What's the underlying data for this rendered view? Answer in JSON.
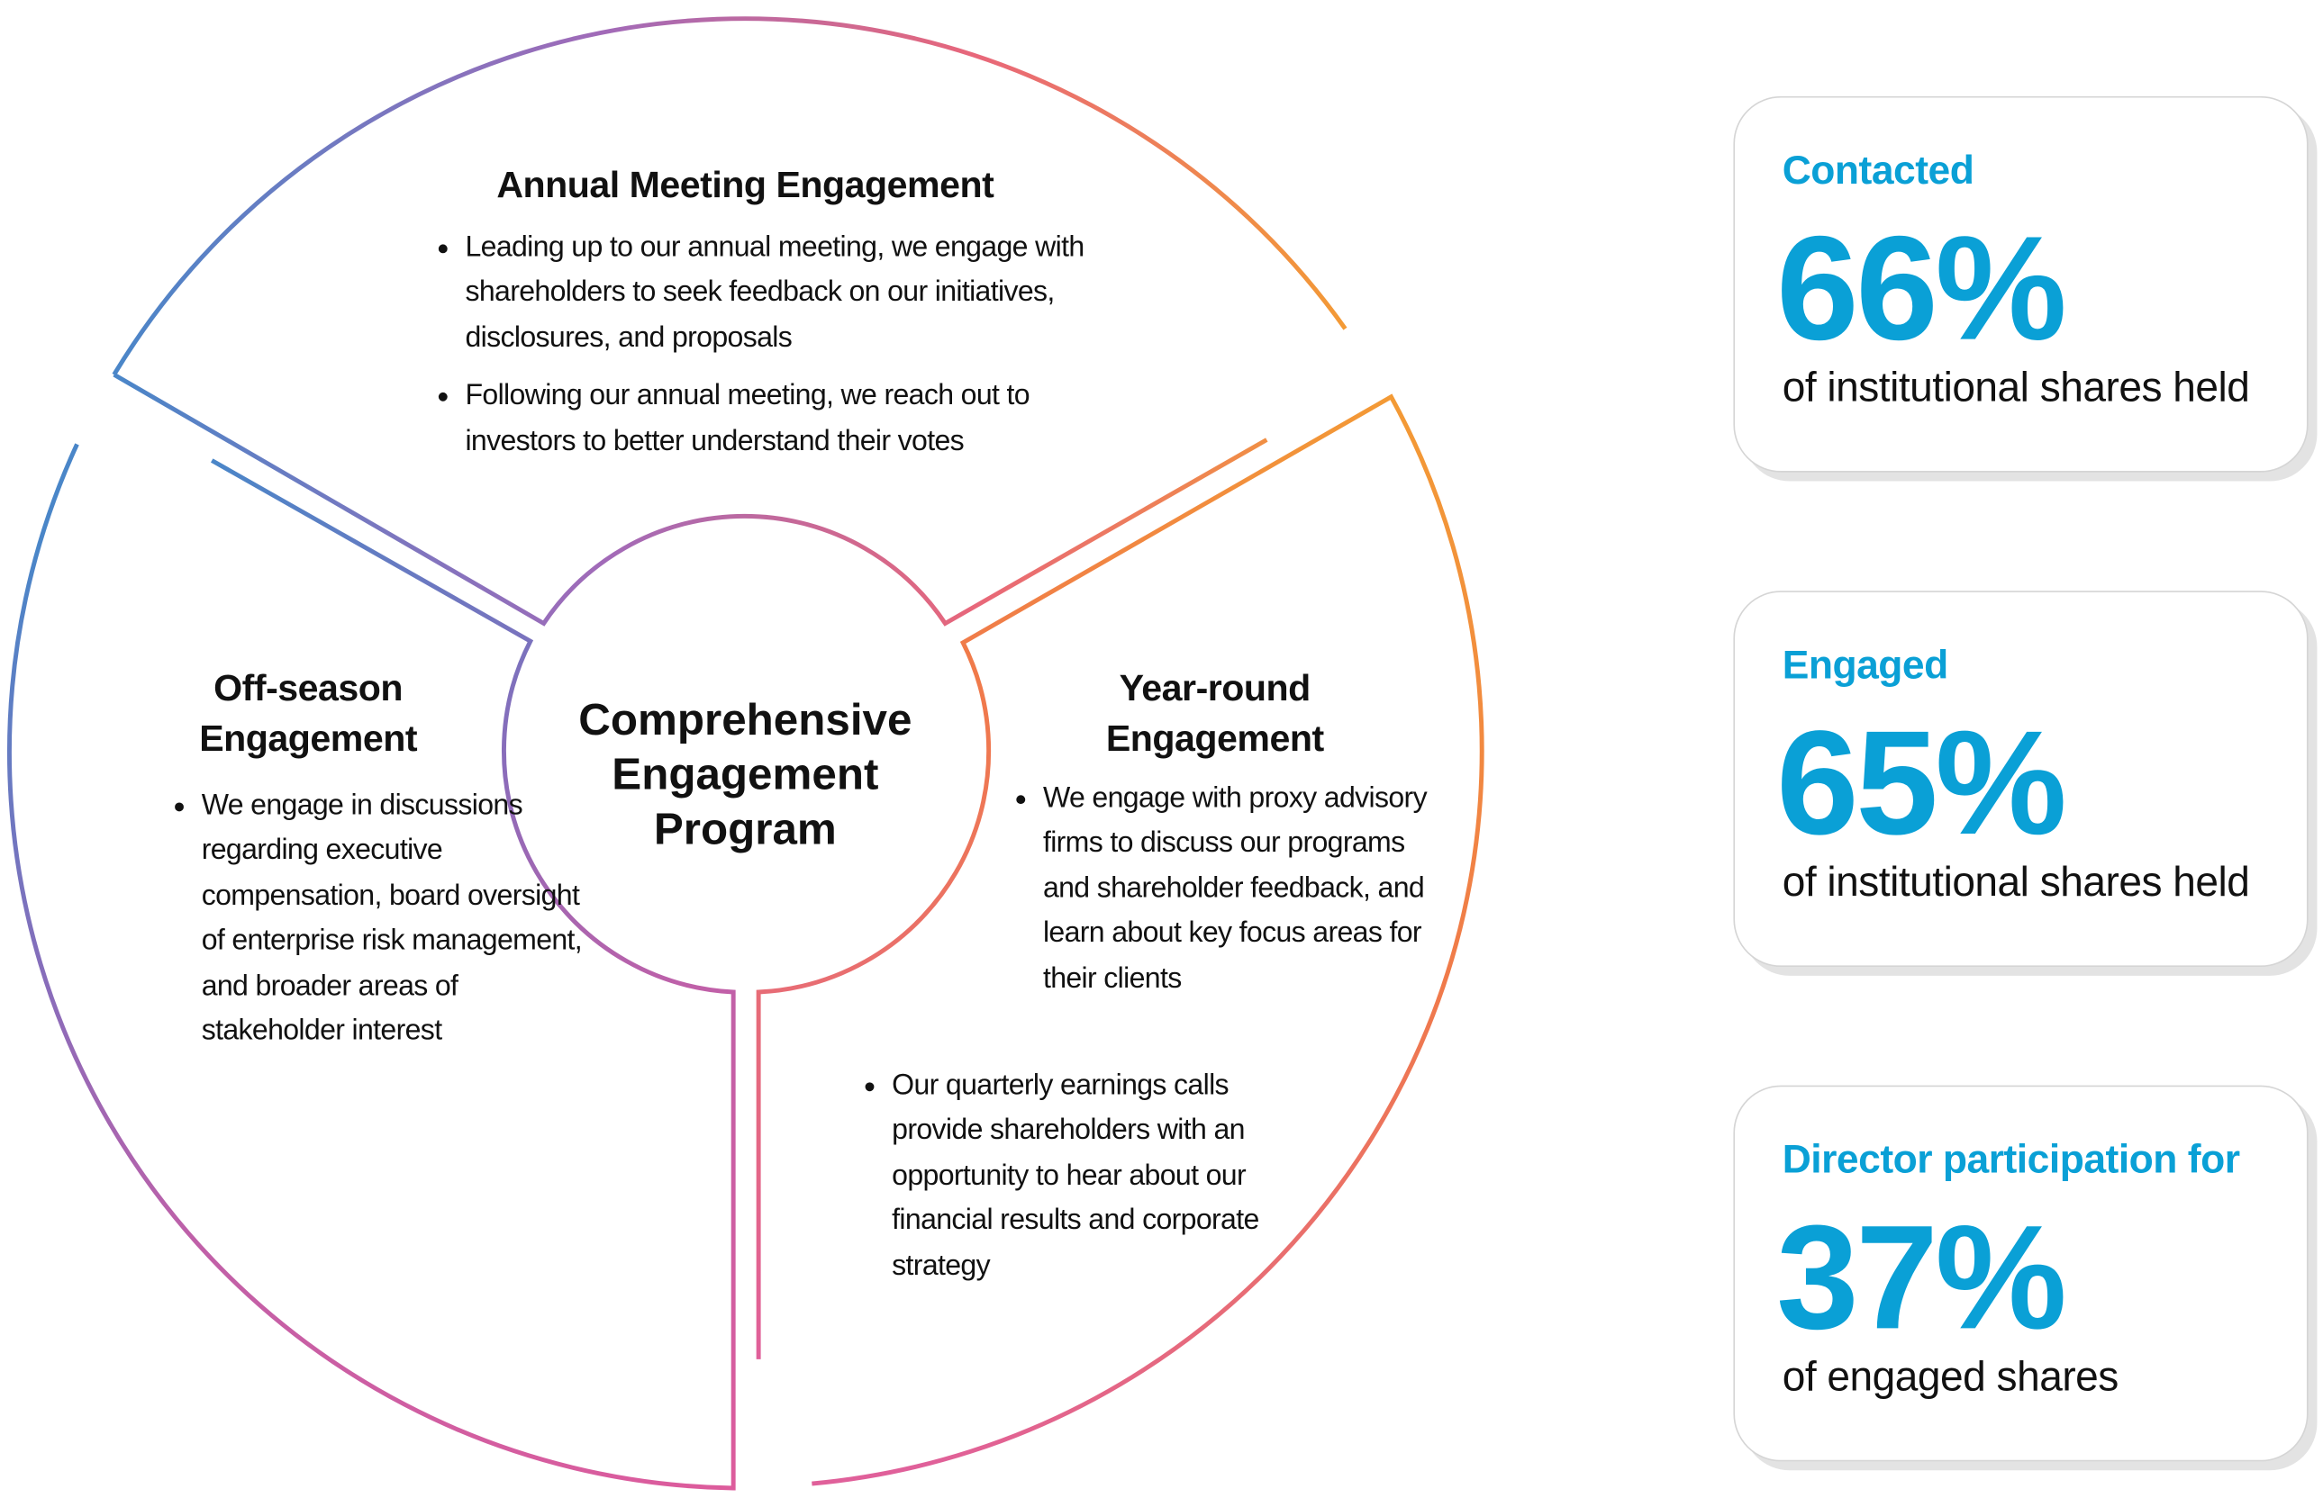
{
  "center_title": [
    "Comprehensive",
    "Engagement",
    "Program"
  ],
  "segments": {
    "annual": {
      "title": "Annual Meeting Engagement",
      "bullets": [
        "Leading up to our annual meeting, we engage with shareholders to seek feedback on our initiatives, disclosures, and proposals",
        "Following our annual meeting, we reach out to investors to better understand their votes"
      ]
    },
    "offseason": {
      "title": [
        "Off-season",
        "Engagement"
      ],
      "bullets": [
        "We engage in discussions regarding executive compensation, board oversight of enterprise risk management, and broader areas of stakeholder interest"
      ]
    },
    "yearround": {
      "title": [
        "Year-round",
        "Engagement"
      ],
      "bullets": [
        "We engage with proxy advisory firms to discuss our programs and shareholder feedback, and learn about key focus areas for their clients",
        "Our quarterly earnings calls provide shareholders with an opportunity to hear about our financial results and corporate strategy"
      ]
    }
  },
  "stats": [
    {
      "label": "Contacted",
      "value": "66%",
      "caption": "of institutional shares held"
    },
    {
      "label": "Engaged",
      "value": "65%",
      "caption": "of institutional shares held"
    },
    {
      "label": "Director participation for",
      "value": "37%",
      "caption": "of engaged shares"
    }
  ],
  "colors": {
    "accent": "#0aa0d6",
    "blue": "#4a86c8",
    "purple": "#9a6ab8",
    "pink": "#dd5c9c",
    "orange": "#f07a4a",
    "amber": "#f5a623"
  }
}
